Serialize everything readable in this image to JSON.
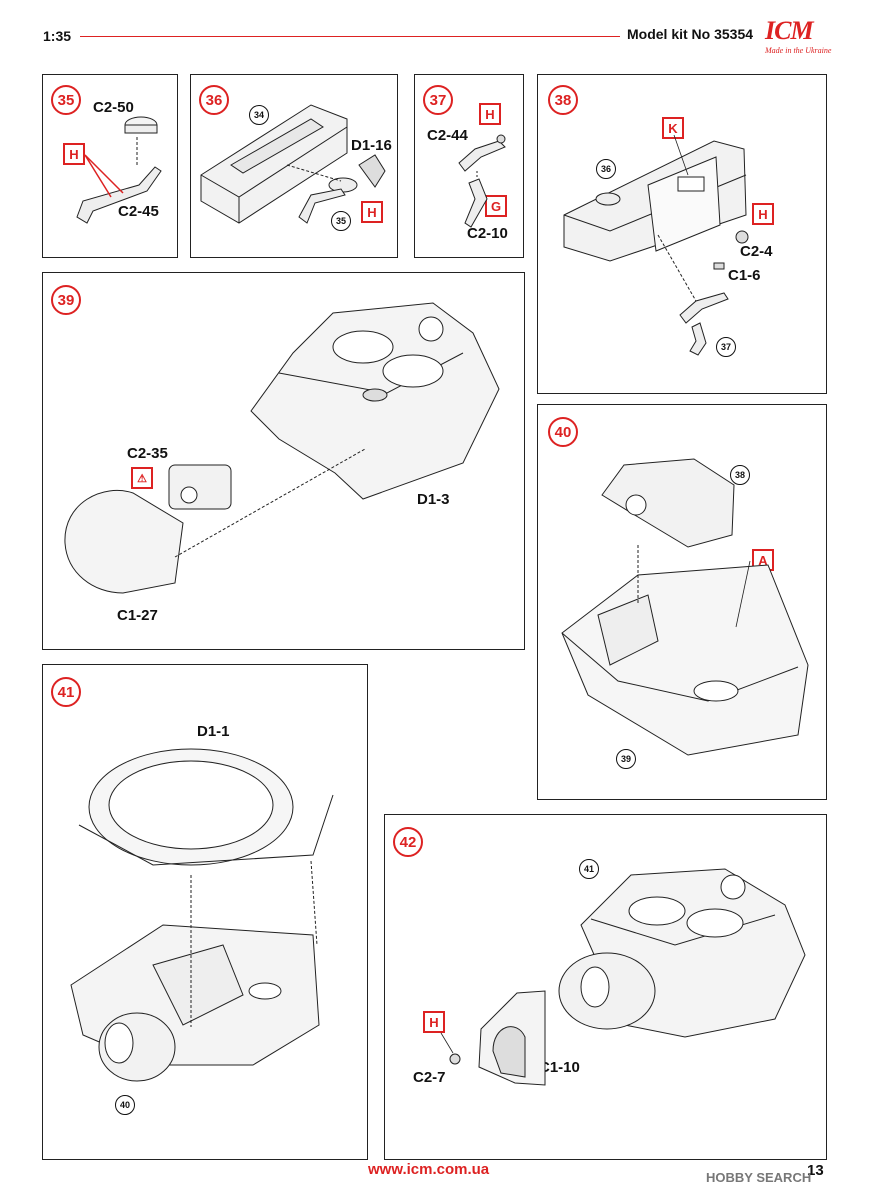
{
  "header": {
    "scale": "1:35",
    "kit": "Model kit No 35354",
    "logo": "ICM",
    "logo_tagline": "Made in the Ukraine"
  },
  "steps": [
    {
      "num": "35",
      "labels": [
        "C2-50",
        "C2-45"
      ],
      "paint": [
        "H"
      ]
    },
    {
      "num": "36",
      "labels": [
        "D1-16"
      ],
      "refs": [
        "34",
        "35"
      ],
      "paint": [
        "H"
      ]
    },
    {
      "num": "37",
      "labels": [
        "C2-44",
        "C2-10"
      ],
      "paint": [
        "H",
        "G"
      ]
    },
    {
      "num": "38",
      "labels": [
        "C2-4",
        "C1-6"
      ],
      "refs": [
        "36",
        "37"
      ],
      "paint": [
        "K",
        "H"
      ]
    },
    {
      "num": "39",
      "labels": [
        "C2-35",
        "D1-3",
        "C1-27"
      ]
    },
    {
      "num": "40",
      "refs": [
        "38",
        "39"
      ],
      "paint": [
        "A"
      ]
    },
    {
      "num": "41",
      "labels": [
        "D1-1"
      ],
      "refs": [
        "40"
      ]
    },
    {
      "num": "42",
      "labels": [
        "C2-7",
        "C1-10"
      ],
      "refs": [
        "41"
      ],
      "paint": [
        "H"
      ]
    }
  ],
  "footer": {
    "url": "www.icm.com.ua",
    "page": "13",
    "watermark": "HOBBY SEARCH"
  }
}
